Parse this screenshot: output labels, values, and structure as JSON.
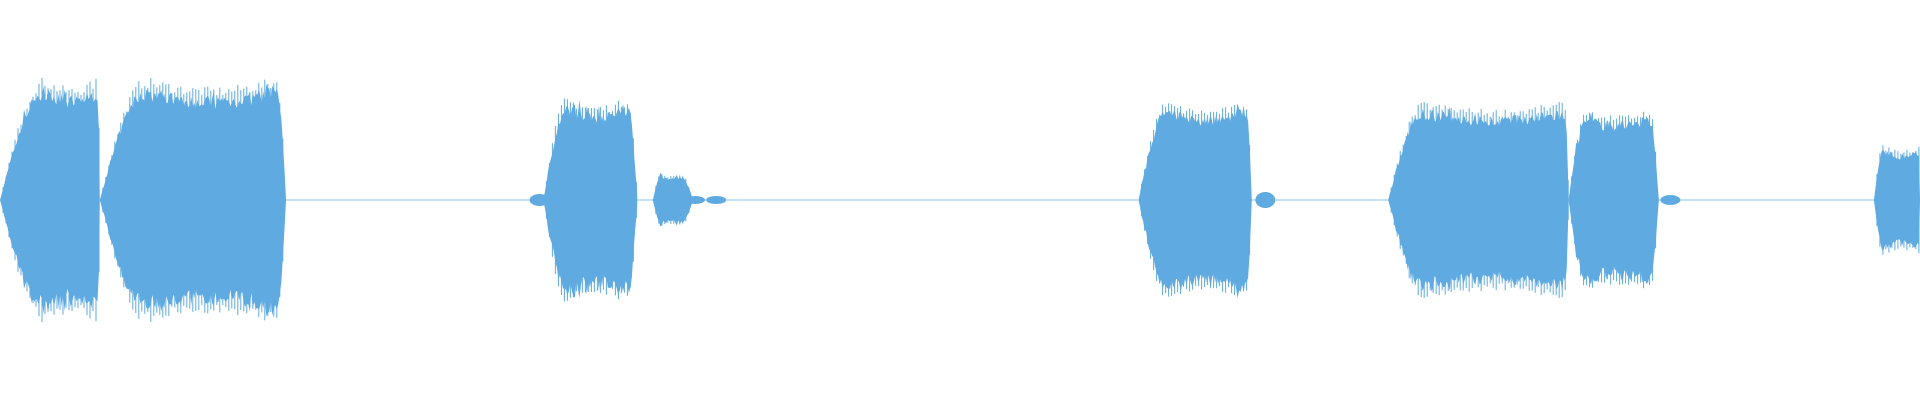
{
  "waveform": {
    "color": "#5eaae1",
    "background": "#ffffff",
    "amplitude_scale": "linear",
    "duration_fraction_visible": 1.0,
    "segments": [
      {
        "name": "segment-1a",
        "start": 0.0,
        "end": 0.052,
        "peak": 0.56,
        "attack": 0.45,
        "release": 0.02
      },
      {
        "name": "segment-1b",
        "start": 0.052,
        "end": 0.149,
        "peak": 0.56,
        "attack": 0.25,
        "release": 0.05
      },
      {
        "name": "segment-2",
        "start": 0.283,
        "end": 0.332,
        "peak": 0.47,
        "attack": 0.25,
        "release": 0.1
      },
      {
        "name": "segment-2-tail",
        "start": 0.34,
        "end": 0.361,
        "peak": 0.12,
        "attack": 0.2,
        "release": 0.3
      },
      {
        "name": "segment-3",
        "start": 0.593,
        "end": 0.652,
        "peak": 0.45,
        "attack": 0.25,
        "release": 0.05
      },
      {
        "name": "segment-4a",
        "start": 0.723,
        "end": 0.817,
        "peak": 0.45,
        "attack": 0.2,
        "release": 0.02
      },
      {
        "name": "segment-4b",
        "start": 0.817,
        "end": 0.864,
        "peak": 0.42,
        "attack": 0.2,
        "release": 0.1
      },
      {
        "name": "segment-5",
        "start": 0.976,
        "end": 1.0,
        "peak": 0.25,
        "attack": 0.2,
        "release": 0.0
      }
    ],
    "blips": [
      {
        "position": 0.281,
        "peak": 0.03
      },
      {
        "position": 0.362,
        "peak": 0.02
      },
      {
        "position": 0.373,
        "peak": 0.02
      },
      {
        "position": 0.659,
        "peak": 0.04
      },
      {
        "position": 0.87,
        "peak": 0.025
      }
    ]
  }
}
